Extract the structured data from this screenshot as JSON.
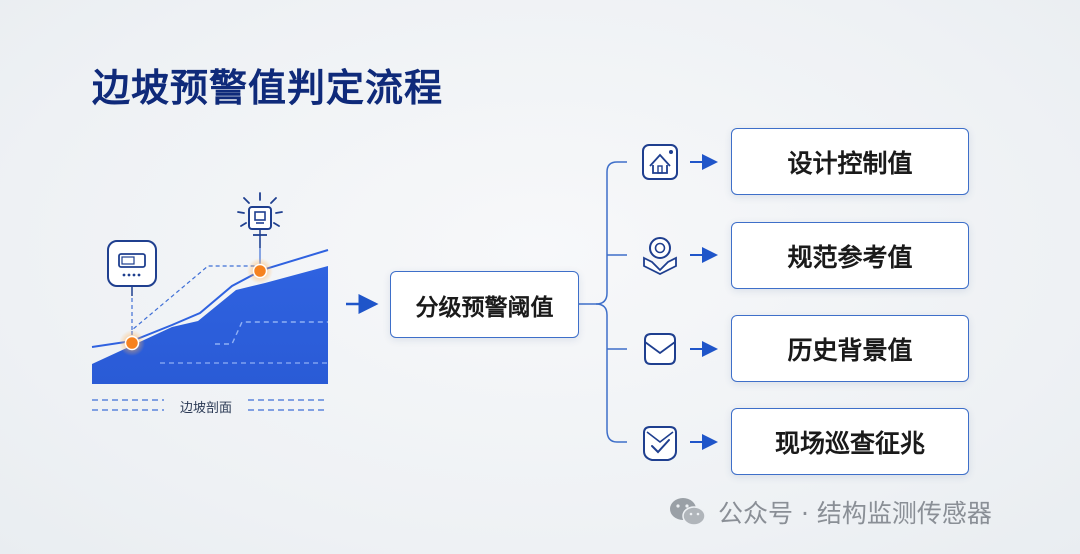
{
  "title": "边坡预警值判定流程",
  "slope": {
    "label": "边坡剖面"
  },
  "center_node": {
    "label": "分级预警阈值"
  },
  "outputs": [
    {
      "label": "设计控制值",
      "icon": "building-icon"
    },
    {
      "label": "规范参考值",
      "icon": "standard-seal-icon"
    },
    {
      "label": "历史背景值",
      "icon": "envelope-icon"
    },
    {
      "label": "现场巡查征兆",
      "icon": "check-shield-icon"
    }
  ],
  "watermark": {
    "text": "公众号 · 结构监测传感器"
  },
  "colors": {
    "title": "#0f2a7a",
    "accent": "#1f55c9",
    "fill": "#2f62e0",
    "marker": "#f6821f"
  }
}
